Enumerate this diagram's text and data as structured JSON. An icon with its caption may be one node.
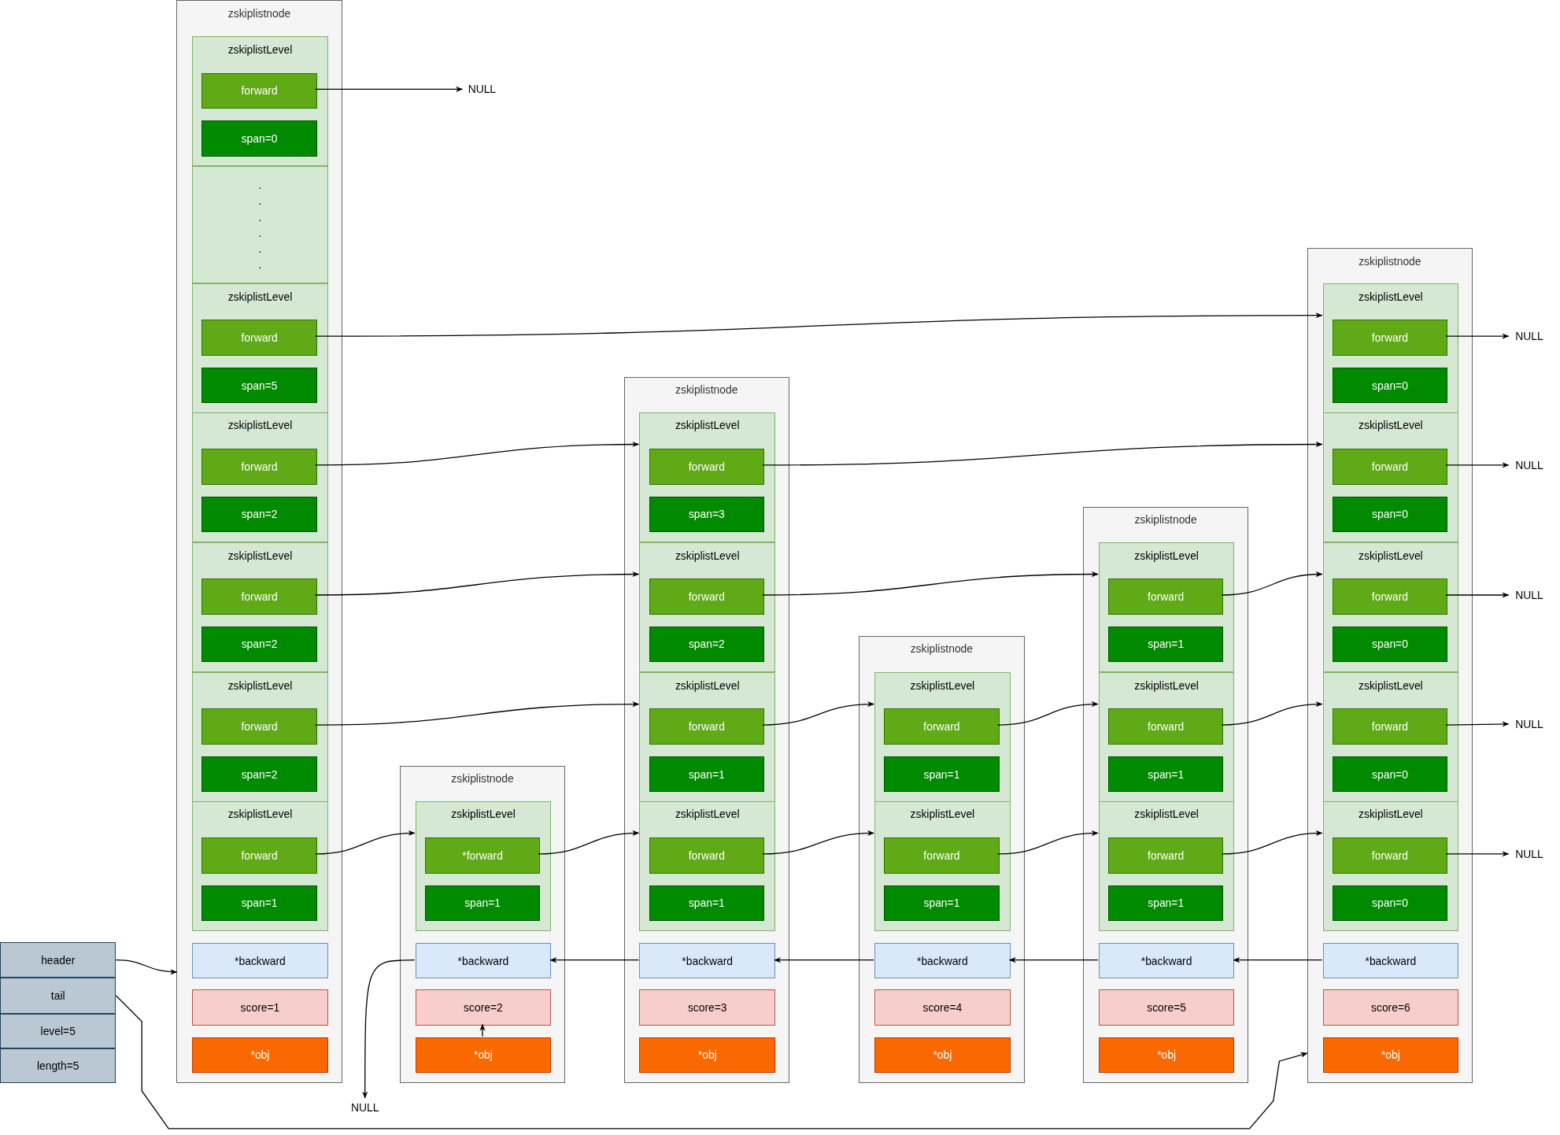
{
  "diagram": {
    "nodes": [
      {
        "text": [
          "zskiplistnode"
        ]
      },
      {
        "text": [
          "zskiplistLevel"
        ],
        "in": 0
      },
      {
        "text": [
          "forward"
        ],
        "in": 1
      },
      {
        "text": [
          "span=0"
        ],
        "in": 1
      },
      {
        "text": [
          ". . . . . ."
        ],
        "in": 0
      },
      {
        "text": [
          "zskiplistLevel"
        ],
        "in": 0
      },
      {
        "text": [
          "forward"
        ],
        "in": 5
      },
      {
        "text": [
          "span=5"
        ],
        "in": 5
      },
      {
        "text": [
          "zskiplistLevel"
        ],
        "in": 0
      },
      {
        "text": [
          "forward"
        ],
        "in": 8
      },
      {
        "text": [
          "span=2"
        ],
        "in": 8
      },
      {
        "text": [
          "zskiplistLevel"
        ],
        "in": 0
      },
      {
        "text": [
          "forward"
        ],
        "in": 11
      },
      {
        "text": [
          "span=2"
        ],
        "in": 11
      },
      {
        "text": [
          "zskiplistLevel"
        ],
        "in": 0
      },
      {
        "text": [
          "forward"
        ],
        "in": 14
      },
      {
        "text": [
          "span=2"
        ],
        "in": 14
      },
      {
        "text": [
          "zskiplistLevel"
        ],
        "in": 0
      },
      {
        "text": [
          "forward"
        ],
        "in": 17
      },
      {
        "text": [
          "span=1"
        ],
        "in": 17
      },
      {
        "text": [
          "*backward"
        ],
        "in": 0
      },
      {
        "text": [
          "score=1"
        ],
        "in": 0
      },
      {
        "text": [
          "*obj"
        ],
        "in": 0
      },
      {
        "text": [
          "zskiplistnode"
        ]
      },
      {
        "text": [
          "zskiplistLevel"
        ],
        "in": 23
      },
      {
        "text": [
          "*forward"
        ],
        "in": 24
      },
      {
        "text": [
          "span=1"
        ],
        "in": 24
      },
      {
        "text": [
          "*backward"
        ],
        "in": 23
      },
      {
        "text": [
          "score=2"
        ],
        "in": 23
      },
      {
        "text": [
          "*obj"
        ],
        "in": 23
      },
      {
        "text": [
          "zskiplistnode"
        ]
      },
      {
        "text": [
          "zskiplistLevel"
        ],
        "in": 30
      },
      {
        "text": [
          "forward"
        ],
        "in": 31
      },
      {
        "text": [
          "span=3"
        ],
        "in": 31
      },
      {
        "text": [
          "zskiplistLevel"
        ],
        "in": 30
      },
      {
        "text": [
          "forward"
        ],
        "in": 34
      },
      {
        "text": [
          "span=2"
        ],
        "in": 34
      },
      {
        "text": [
          "zskiplistLevel"
        ],
        "in": 30
      },
      {
        "text": [
          "forward"
        ],
        "in": 37
      },
      {
        "text": [
          "span=1"
        ],
        "in": 37
      },
      {
        "text": [
          "zskiplistLevel"
        ],
        "in": 30
      },
      {
        "text": [
          "forward"
        ],
        "in": 40
      },
      {
        "text": [
          "span=1"
        ],
        "in": 40
      },
      {
        "text": [
          "*backward"
        ],
        "in": 30
      },
      {
        "text": [
          "score=3"
        ],
        "in": 30
      },
      {
        "text": [
          "*obj"
        ],
        "in": 30
      },
      {
        "text": [
          "zskiplistnode"
        ]
      },
      {
        "text": [
          "zskiplistLevel"
        ],
        "in": 46
      },
      {
        "text": [
          "forward"
        ],
        "in": 47
      },
      {
        "text": [
          "span=1"
        ],
        "in": 47
      },
      {
        "text": [
          "zskiplistLevel"
        ],
        "in": 46
      },
      {
        "text": [
          "forward"
        ],
        "in": 50
      },
      {
        "text": [
          "span=1"
        ],
        "in": 50
      },
      {
        "text": [
          "*backward"
        ],
        "in": 46
      },
      {
        "text": [
          "score=4"
        ],
        "in": 46
      },
      {
        "text": [
          "*obj"
        ],
        "in": 46
      },
      {
        "text": [
          "zskiplistnode"
        ]
      },
      {
        "text": [
          "zskiplistLevel"
        ],
        "in": 56
      },
      {
        "text": [
          "forward"
        ],
        "in": 57
      },
      {
        "text": [
          "span=1"
        ],
        "in": 57
      },
      {
        "text": [
          "zskiplistLevel"
        ],
        "in": 56
      },
      {
        "text": [
          "forward"
        ],
        "in": 60
      },
      {
        "text": [
          "span=1"
        ],
        "in": 60
      },
      {
        "text": [
          "zskiplistLevel"
        ],
        "in": 56
      },
      {
        "text": [
          "forward"
        ],
        "in": 63
      },
      {
        "text": [
          "span=1"
        ],
        "in": 63
      },
      {
        "text": [
          "*backward"
        ],
        "in": 56
      },
      {
        "text": [
          "score=5"
        ],
        "in": 56
      },
      {
        "text": [
          "*obj"
        ],
        "in": 56
      },
      {
        "text": [
          "zskiplistnode"
        ]
      },
      {
        "text": [
          "zskiplistLevel"
        ],
        "in": 69
      },
      {
        "text": [
          "forward"
        ],
        "in": 70
      },
      {
        "text": [
          "span=0"
        ],
        "in": 70
      },
      {
        "text": [
          "zskiplistLevel"
        ],
        "in": 69
      },
      {
        "text": [
          "forward"
        ],
        "in": 73
      },
      {
        "text": [
          "span=0"
        ],
        "in": 73
      },
      {
        "text": [
          "zskiplistLevel"
        ],
        "in": 69
      },
      {
        "text": [
          "forward"
        ],
        "in": 76
      },
      {
        "text": [
          "span=0"
        ],
        "in": 76
      },
      {
        "text": [
          "zskiplistLevel"
        ],
        "in": 69
      },
      {
        "text": [
          "forward"
        ],
        "in": 79
      },
      {
        "text": [
          "span=0"
        ],
        "in": 79
      },
      {
        "text": [
          "zskiplistLevel"
        ],
        "in": 69
      },
      {
        "text": [
          "forward"
        ],
        "in": 82
      },
      {
        "text": [
          "span=0"
        ],
        "in": 82
      },
      {
        "text": [
          "*backward"
        ],
        "in": 69
      },
      {
        "text": [
          "score=6"
        ],
        "in": 69
      },
      {
        "text": [
          "*obj"
        ],
        "in": 69
      },
      {
        "text": [
          "header"
        ]
      },
      {
        "text": [
          "tail"
        ]
      },
      {
        "text": [
          "level=5"
        ]
      },
      {
        "text": [
          "length=5"
        ]
      },
      {
        "text": [
          "NULL"
        ]
      },
      {
        "text": [
          "NULL"
        ]
      },
      {
        "text": [
          "NULL"
        ]
      },
      {
        "text": [
          "NULL"
        ]
      },
      {
        "text": [
          "NULL"
        ]
      },
      {
        "text": [
          "NULL"
        ]
      },
      {
        "text": [
          "NULL"
        ]
      }
    ],
    "edges": [
      {
        "from": 2,
        "to": 92,
        "arrow": "to"
      },
      {
        "from": 6,
        "to": 70,
        "arrow": "to"
      },
      {
        "from": 9,
        "to": 31,
        "arrow": "to"
      },
      {
        "from": 12,
        "to": 34,
        "arrow": "to"
      },
      {
        "from": 15,
        "to": 37,
        "arrow": "to"
      },
      {
        "from": 18,
        "to": 24,
        "arrow": "to"
      },
      {
        "from": 25,
        "to": 40,
        "arrow": "to"
      },
      {
        "from": 32,
        "to": 73,
        "arrow": "to"
      },
      {
        "from": 35,
        "to": 57,
        "arrow": "to"
      },
      {
        "from": 38,
        "to": 47,
        "arrow": "to"
      },
      {
        "from": 41,
        "to": 50,
        "arrow": "to"
      },
      {
        "from": 48,
        "to": 60,
        "arrow": "to"
      },
      {
        "from": 51,
        "to": 63,
        "arrow": "to"
      },
      {
        "from": 58,
        "to": 76,
        "arrow": "to"
      },
      {
        "from": 61,
        "to": 79,
        "arrow": "to"
      },
      {
        "from": 64,
        "to": 82,
        "arrow": "to"
      },
      {
        "from": 71,
        "to": 93,
        "arrow": "to"
      },
      {
        "from": 74,
        "to": 94,
        "arrow": "to"
      },
      {
        "from": 77,
        "to": 95,
        "arrow": "to"
      },
      {
        "from": 80,
        "to": 96,
        "arrow": "to"
      },
      {
        "from": 83,
        "to": 97,
        "arrow": "to"
      },
      {
        "from": 27,
        "to": 98,
        "arrow": "to"
      },
      {
        "from": 43,
        "to": 27,
        "arrow": "to"
      },
      {
        "from": 53,
        "to": 43,
        "arrow": "to"
      },
      {
        "from": 66,
        "to": 53,
        "arrow": "to"
      },
      {
        "from": 85,
        "to": 66,
        "arrow": "to"
      },
      {
        "from": 29,
        "to": 28,
        "arrow": "to"
      },
      {
        "from": 88,
        "to": 0,
        "arrow": "to"
      },
      {
        "from": 89,
        "to": 69,
        "arrow": "to"
      }
    ]
  }
}
